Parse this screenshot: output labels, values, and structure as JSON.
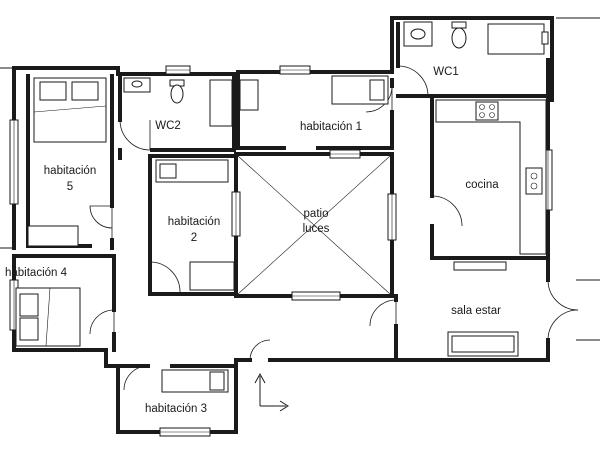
{
  "plan": {
    "rooms": {
      "wc1": "WC1",
      "wc2": "WC2",
      "habitacion1": "habitación 1",
      "habitacion2_line1": "habitación",
      "habitacion2_line2": "2",
      "habitacion3": "habitación 3",
      "habitacion4": "habitación 4",
      "habitacion5_line1": "habitación",
      "habitacion5_line2": "5",
      "patio_line1": "patio",
      "patio_line2": "luces",
      "cocina": "cocina",
      "sala": "sala estar"
    },
    "colors": {
      "ink": "#1a1a1a",
      "paper": "#ffffff"
    },
    "icons": {
      "entrance": "entrance-arrow-icon"
    }
  }
}
